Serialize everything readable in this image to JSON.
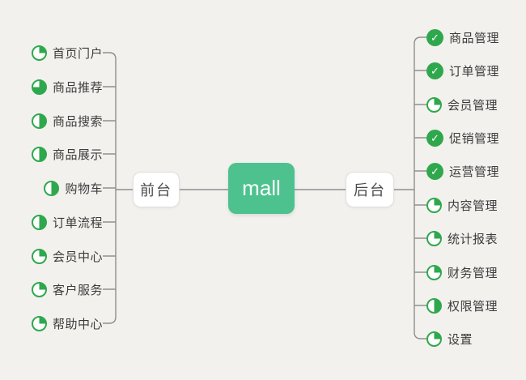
{
  "colors": {
    "brand_green": "#4dc28e",
    "icon_green": "#2fa84d",
    "line_gray": "#8f8f8f",
    "background": "#f2f1ee",
    "node_text": "#4a4a4a",
    "item_text": "#3c3c3c"
  },
  "root": {
    "label": "mall"
  },
  "left_branch": {
    "node_label": "前台",
    "items": [
      {
        "label": "首页门户",
        "icon": "pie-quarter-icon",
        "progress": "25%"
      },
      {
        "label": "商品推荐",
        "icon": "pie-three-quarter-icon",
        "progress": "75%"
      },
      {
        "label": "商品搜索",
        "icon": "pie-half-icon",
        "progress": "50%"
      },
      {
        "label": "商品展示",
        "icon": "pie-half-icon",
        "progress": "50%"
      },
      {
        "label": "购物车",
        "icon": "pie-half-icon",
        "progress": "50%"
      },
      {
        "label": "订单流程",
        "icon": "pie-half-icon",
        "progress": "50%"
      },
      {
        "label": "会员中心",
        "icon": "pie-quarter-icon",
        "progress": "25%"
      },
      {
        "label": "客户服务",
        "icon": "pie-quarter-icon",
        "progress": "25%"
      },
      {
        "label": "帮助中心",
        "icon": "pie-quarter-icon",
        "progress": "25%"
      }
    ]
  },
  "right_branch": {
    "node_label": "后台",
    "items": [
      {
        "label": "商品管理",
        "icon": "check-icon",
        "progress": "done"
      },
      {
        "label": "订单管理",
        "icon": "check-icon",
        "progress": "done"
      },
      {
        "label": "会员管理",
        "icon": "pie-quarter-icon",
        "progress": "25%"
      },
      {
        "label": "促销管理",
        "icon": "check-icon",
        "progress": "done"
      },
      {
        "label": "运营管理",
        "icon": "check-icon",
        "progress": "done"
      },
      {
        "label": "内容管理",
        "icon": "pie-quarter-icon",
        "progress": "25%"
      },
      {
        "label": "统计报表",
        "icon": "pie-quarter-icon",
        "progress": "25%"
      },
      {
        "label": "财务管理",
        "icon": "pie-quarter-icon",
        "progress": "25%"
      },
      {
        "label": "权限管理",
        "icon": "pie-half-icon",
        "progress": "50%"
      },
      {
        "label": "设置",
        "icon": "pie-quarter-icon",
        "progress": "25%"
      }
    ]
  }
}
